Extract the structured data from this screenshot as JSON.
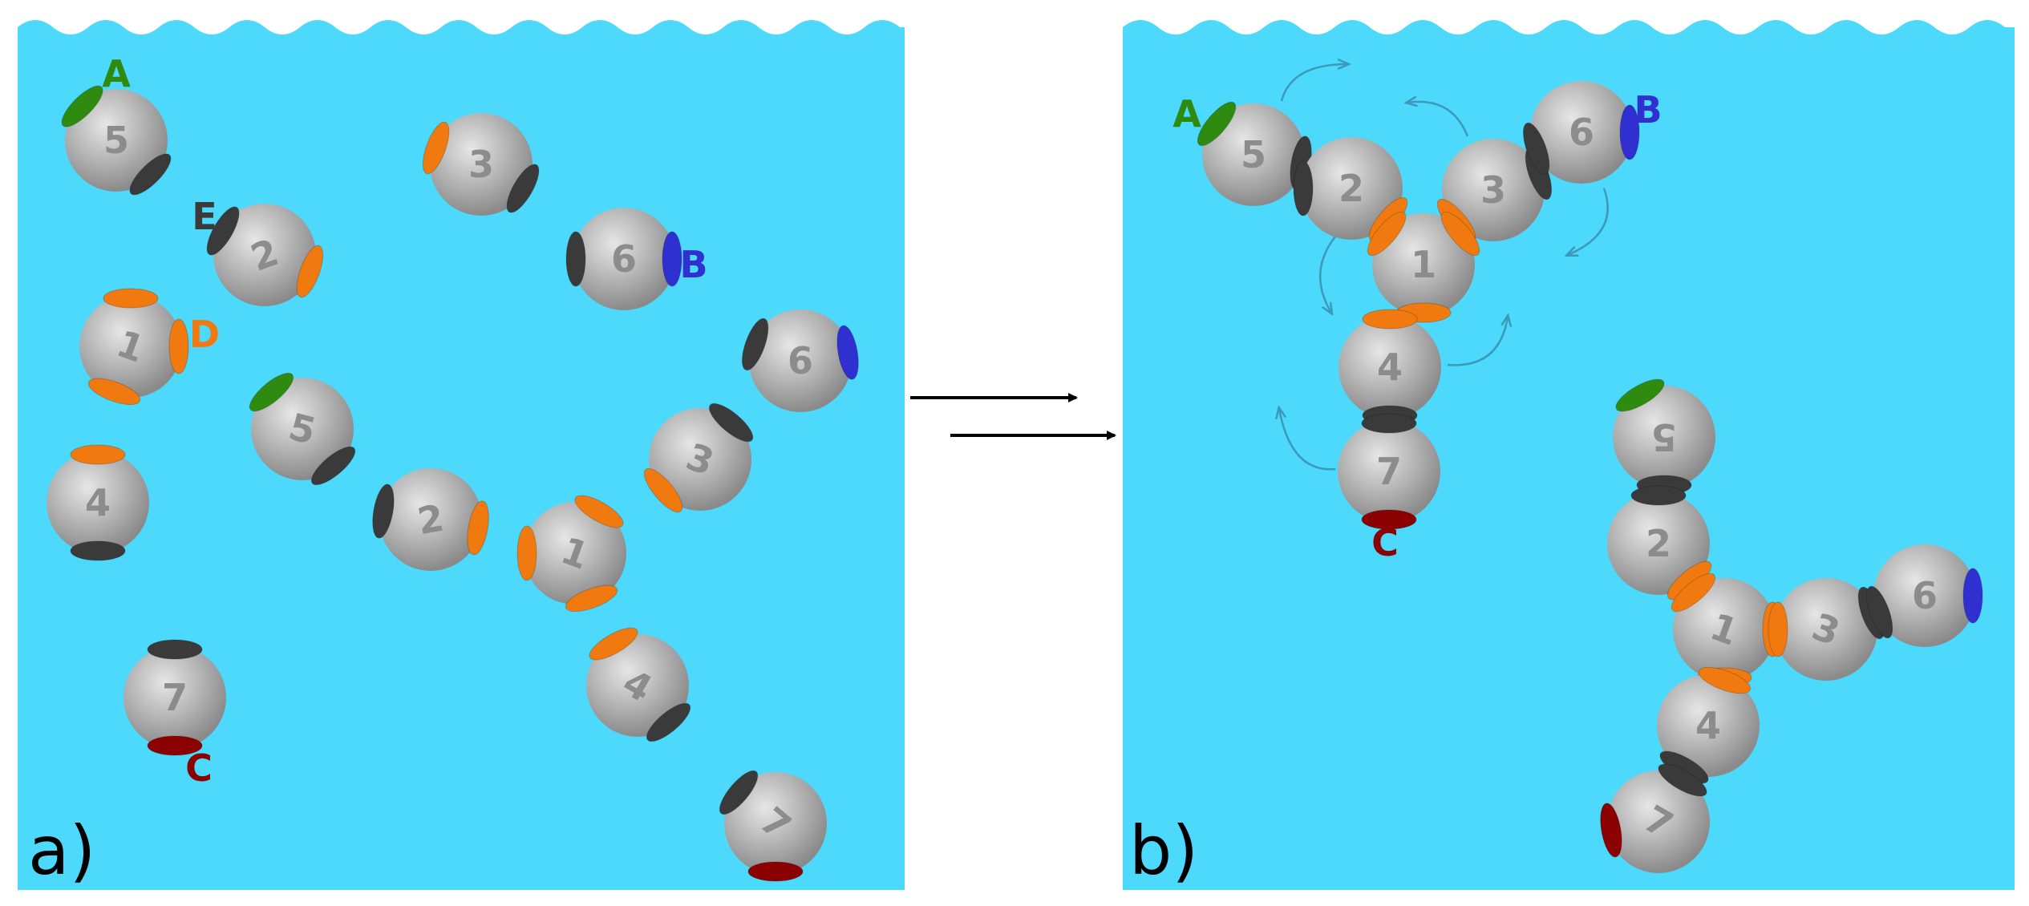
{
  "panels": [
    {
      "id": "a",
      "label": "a)"
    },
    {
      "id": "b",
      "label": "b)"
    }
  ],
  "patch_letters": {
    "A": "A",
    "B": "B",
    "C": "C",
    "D": "D",
    "E": "E"
  },
  "patch_colors": {
    "green": "#2e8b10",
    "blue": "#3030d0",
    "red": "#8b0000",
    "orange": "#f07a10",
    "dark": "#3a3a3a"
  },
  "water_color": "#4dd9fc",
  "ball_color": "#b0b0b0",
  "panel_a_balls": [
    "5",
    "3",
    "2",
    "6",
    "1",
    "6",
    "5",
    "3",
    "4",
    "2",
    "1",
    "7",
    "4",
    "7"
  ],
  "panel_b_cluster1": [
    "5",
    "2",
    "3",
    "6",
    "1",
    "4",
    "7"
  ],
  "panel_b_cluster2": [
    "5",
    "2",
    "1",
    "3",
    "6",
    "4",
    "7"
  ],
  "arrow_symbol": "equilibrium-arrows",
  "rotation_arrows": "rotation-arrows"
}
